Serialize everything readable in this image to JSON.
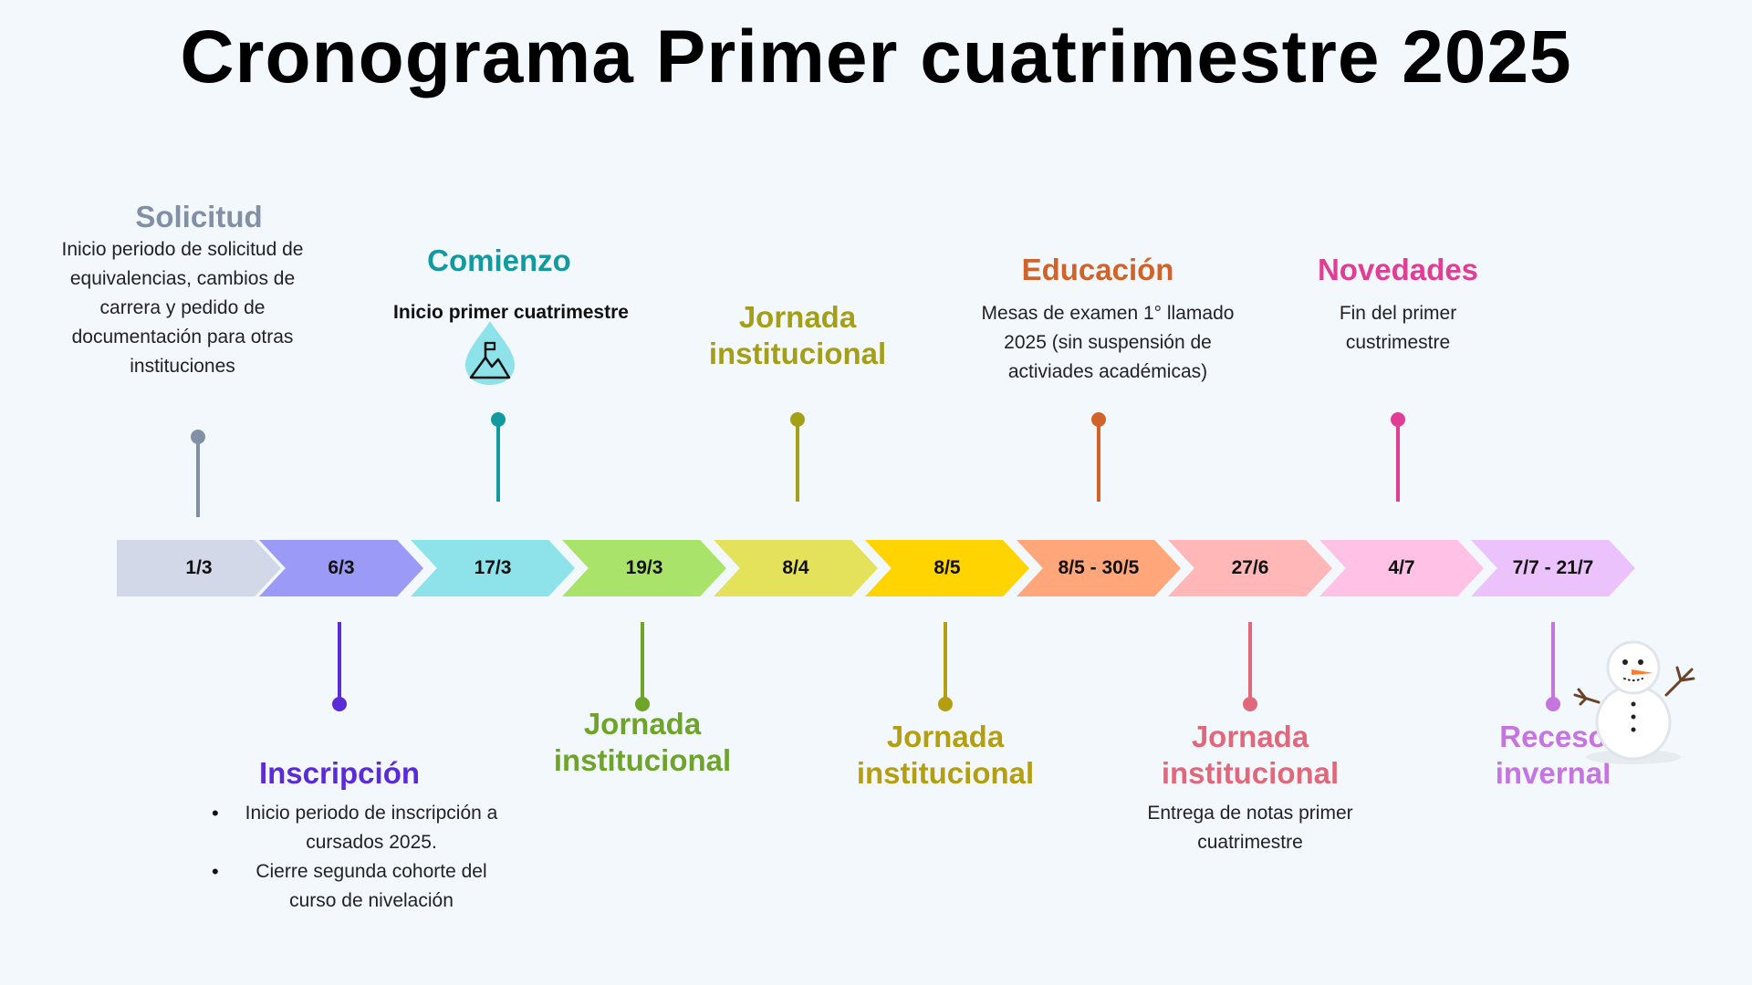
{
  "title": "Cronograma Primer cuatrimestre 2025",
  "timeline": [
    {
      "date": "1/3",
      "color": "#d3d8e8"
    },
    {
      "date": "6/3",
      "color": "#9b9bf7"
    },
    {
      "date": "17/3",
      "color": "#8ee3ea"
    },
    {
      "date": "19/3",
      "color": "#a9e36a"
    },
    {
      "date": "8/4",
      "color": "#e4e15a"
    },
    {
      "date": "8/5",
      "color": "#ffd400"
    },
    {
      "date": "8/5 - 30/5",
      "color": "#ffa77a"
    },
    {
      "date": "27/6",
      "color": "#ffb7b7"
    },
    {
      "date": "4/7",
      "color": "#ffc1e6"
    },
    {
      "date": "7/7 - 21/7",
      "color": "#ebc2fb"
    }
  ],
  "events": {
    "solicitud": {
      "heading": "Solicitud",
      "description": "Inicio periodo de solicitud de equivalencias, cambios de carrera y pedido de documentación para otras instituciones",
      "color": "#8290a6"
    },
    "inscripcion": {
      "heading": "Inscripción",
      "items": [
        "Inicio periodo de inscripción a cursados 2025.",
        "Cierre segunda cohorte del curso de nivelación"
      ],
      "color": "#5a2bd6"
    },
    "comienzo": {
      "heading": "Comienzo",
      "description": "Inicio primer cuatrimestre",
      "icon": "mountain-flag-icon",
      "color": "#139aa0"
    },
    "jornada_19_3": {
      "heading": "Jornada institucional",
      "color": "#6ea42a"
    },
    "jornada_8_4": {
      "heading": "Jornada institucional",
      "color": "#a3a018"
    },
    "jornada_8_5": {
      "heading": "Jornada institucional",
      "color": "#b39f10"
    },
    "educacion": {
      "heading": "Educación",
      "description": "Mesas de examen 1° llamado 2025 (sin suspensión de activiades académicas)",
      "color": "#d0622a"
    },
    "jornada_27_6": {
      "heading": "Jornada institucional",
      "description": "Entrega de notas primer cuatrimestre",
      "color": "#e0687a"
    },
    "novedades": {
      "heading": "Novedades",
      "description": "Fin del primer custrimestre",
      "color": "#e03d95"
    },
    "receso": {
      "heading": "Receso invernal",
      "icon": "snowman-icon",
      "color": "#c574e0"
    }
  }
}
